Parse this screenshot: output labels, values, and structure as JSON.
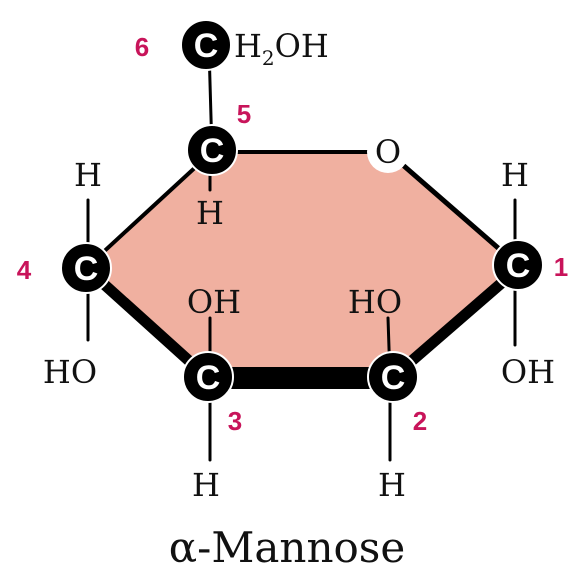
{
  "title": "α-Mannose",
  "colors": {
    "ring_fill": "#f0b0a0",
    "bond": "#000000",
    "carbon_number": "#c8145a",
    "atom_label": "#111111"
  },
  "ring_oxygen": "O",
  "carbons": [
    {
      "symbol": "C",
      "number": "1"
    },
    {
      "symbol": "C",
      "number": "2"
    },
    {
      "symbol": "C",
      "number": "3"
    },
    {
      "symbol": "C",
      "number": "4"
    },
    {
      "symbol": "C",
      "number": "5"
    },
    {
      "symbol": "C",
      "number": "6"
    }
  ],
  "substituents": {
    "c1_top": "H",
    "c1_bottom": "OH",
    "c2_top": "HO",
    "c2_bottom": "H",
    "c3_top": "OH",
    "c3_bottom": "H",
    "c4_top": "H",
    "c4_bottom": "HO",
    "c5_bottom": "H",
    "c6_group": {
      "prefix": "H",
      "subscript": "2",
      "suffix": "OH"
    }
  }
}
